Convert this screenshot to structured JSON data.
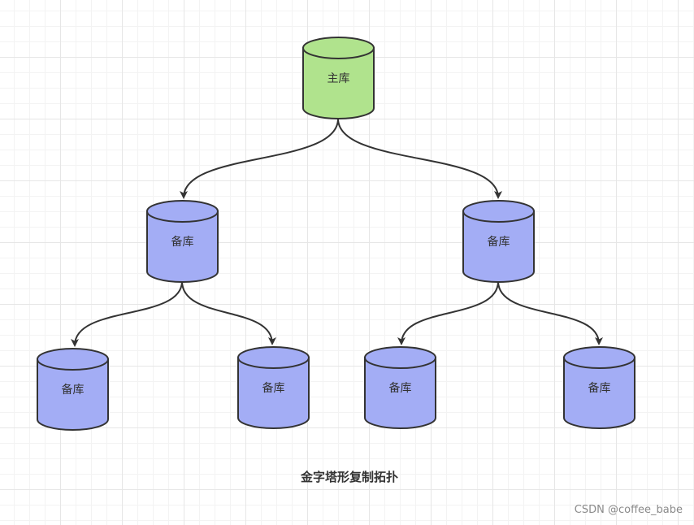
{
  "diagram": {
    "caption": "金字塔形复制拓扑",
    "nodes": {
      "primary": {
        "label": "主库",
        "fill": "#b0e38d"
      },
      "replica_l1_left": {
        "label": "备库",
        "fill": "#a3adf5"
      },
      "replica_l1_right": {
        "label": "备库",
        "fill": "#a3adf5"
      },
      "replica_l2_1": {
        "label": "备库",
        "fill": "#a3adf5"
      },
      "replica_l2_2": {
        "label": "备库",
        "fill": "#a3adf5"
      },
      "replica_l2_3": {
        "label": "备库",
        "fill": "#a3adf5"
      },
      "replica_l2_4": {
        "label": "备库",
        "fill": "#a3adf5"
      }
    },
    "edges": [
      [
        "primary",
        "replica_l1_left"
      ],
      [
        "primary",
        "replica_l1_right"
      ],
      [
        "replica_l1_left",
        "replica_l2_1"
      ],
      [
        "replica_l1_left",
        "replica_l2_2"
      ],
      [
        "replica_l1_right",
        "replica_l2_3"
      ],
      [
        "replica_l1_right",
        "replica_l2_4"
      ]
    ],
    "stroke_color": "#333333"
  },
  "watermark": "CSDN @coffee_babe"
}
